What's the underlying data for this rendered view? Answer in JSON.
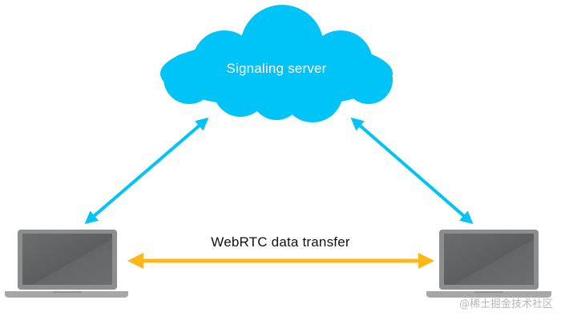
{
  "nodes": {
    "server": {
      "label": "Signaling server"
    },
    "peer_left": {
      "label": ""
    },
    "peer_right": {
      "label": ""
    }
  },
  "edges": [
    {
      "from": "server",
      "to": "peer_left",
      "label": "",
      "bidirectional": true
    },
    {
      "from": "server",
      "to": "peer_right",
      "label": "",
      "bidirectional": true
    },
    {
      "from": "peer_left",
      "to": "peer_right",
      "label": "WebRTC data transfer",
      "bidirectional": true
    }
  ],
  "colors": {
    "cloud": "#00c3f7",
    "signal_arrow": "#00c3f7",
    "data_arrow": "#fcb817",
    "laptop_body": "#8b8d8f",
    "laptop_screen": "#5e6062",
    "laptop_base": "#a5a7a9"
  },
  "watermark": "@稀土掘金技术社区"
}
